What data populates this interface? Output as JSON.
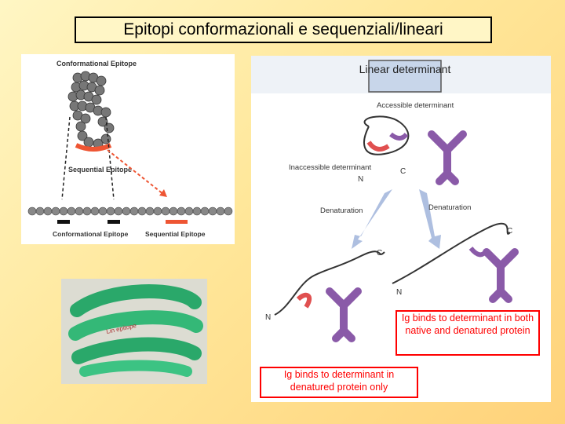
{
  "slide": {
    "title": "Epitopi conformazionali e sequenziali/lineari"
  },
  "left_diagram": {
    "conformational_epitope_label": "Conformational Epitope",
    "sequential_epitope_label": "Sequential Epitope",
    "bottom_conformational_label": "Conformational Epitope",
    "bottom_sequential_label": "Sequential Epitope"
  },
  "right_diagram": {
    "header": "Linear determinant",
    "accessible_label": "Accessible determinant",
    "inaccessible_label": "Inaccessible determinant",
    "n_label": "N",
    "c_label": "C",
    "denaturation_left": "Denaturation",
    "denaturation_right": "Denaturation",
    "box_native_denatured": "Ig binds to determinant in both native and denatured protein",
    "box_denatured_only": "Ig binds to determinant in denatured protein only",
    "colors": {
      "antibody": "#8a5aa8",
      "epitope": "#e05050",
      "label_text": "#ff0000"
    }
  },
  "photo": {
    "tube_label": "Lin epitope"
  }
}
